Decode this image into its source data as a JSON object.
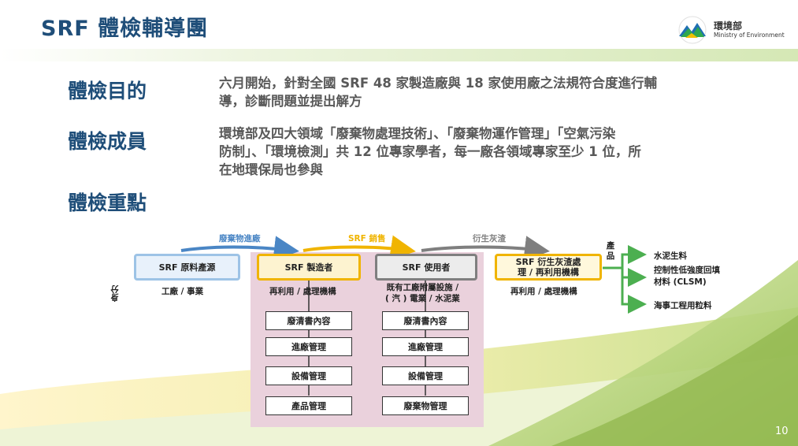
{
  "title": "SRF 體檢輔導團",
  "logo": {
    "name_zh": "環境部",
    "name_en": "Ministry of Environment"
  },
  "sections": [
    {
      "head": "體檢目的",
      "body_lines": [
        "六月開始，針對全國 SRF 48 家製造廠與 18 家使用廠之法規符合度進行輔",
        "導，診斷問題並提出解方"
      ]
    },
    {
      "head": "體檢成員",
      "body_lines": [
        "環境部及四大領域「廢棄物處理技術」、「廢棄物運作管理」「空氣污染",
        "防制」、「環境檢測」共 12 位專家學者，每一廠各領域專家至少 1 位，所",
        "在地環保局也參與"
      ]
    },
    {
      "head": "體檢重點",
      "body_lines": []
    }
  ],
  "flow": {
    "top_labels": [
      "廢棄物進廠",
      "SRF 銷售",
      "衍生灰渣"
    ],
    "top_label_colors": [
      "#4a86c5",
      "#f0b400",
      "#7f7f7f"
    ],
    "identity_label": "身分",
    "boxes": [
      {
        "label": "SRF 原料產源",
        "role": "工廠 / 事業",
        "border": "#9dc3e6",
        "fill": "#e8f1fb"
      },
      {
        "label": "SRF 製造者",
        "role": "再利用 / 處理機構",
        "border": "#f0b400",
        "fill": "#fdf3d0"
      },
      {
        "label": "SRF 使用者",
        "role_lines": [
          "既有工廠附屬設施 /",
          "( 汽 ) 電業 / 水泥業"
        ],
        "border": "#7f7f7f",
        "fill": "#ececec"
      },
      {
        "label_lines": [
          "SRF 衍生灰渣處",
          "理 / 再利用機構"
        ],
        "role": "再利用 / 處理機構",
        "border": "#f0b400",
        "fill": "#fff8dc"
      }
    ],
    "product_label": "產品",
    "products": [
      {
        "lines": [
          "水泥生料"
        ]
      },
      {
        "lines": [
          "控制性低強度回填",
          "材料 (CLSM)"
        ]
      },
      {
        "lines": [
          "海事工程用粒料"
        ]
      }
    ],
    "manufacturer_items": [
      "廢清書內容",
      "進廠管理",
      "設備管理",
      "產品管理"
    ],
    "user_items": [
      "廢清書內容",
      "進廠管理",
      "設備管理",
      "廢棄物管理"
    ]
  },
  "page_number": "10"
}
